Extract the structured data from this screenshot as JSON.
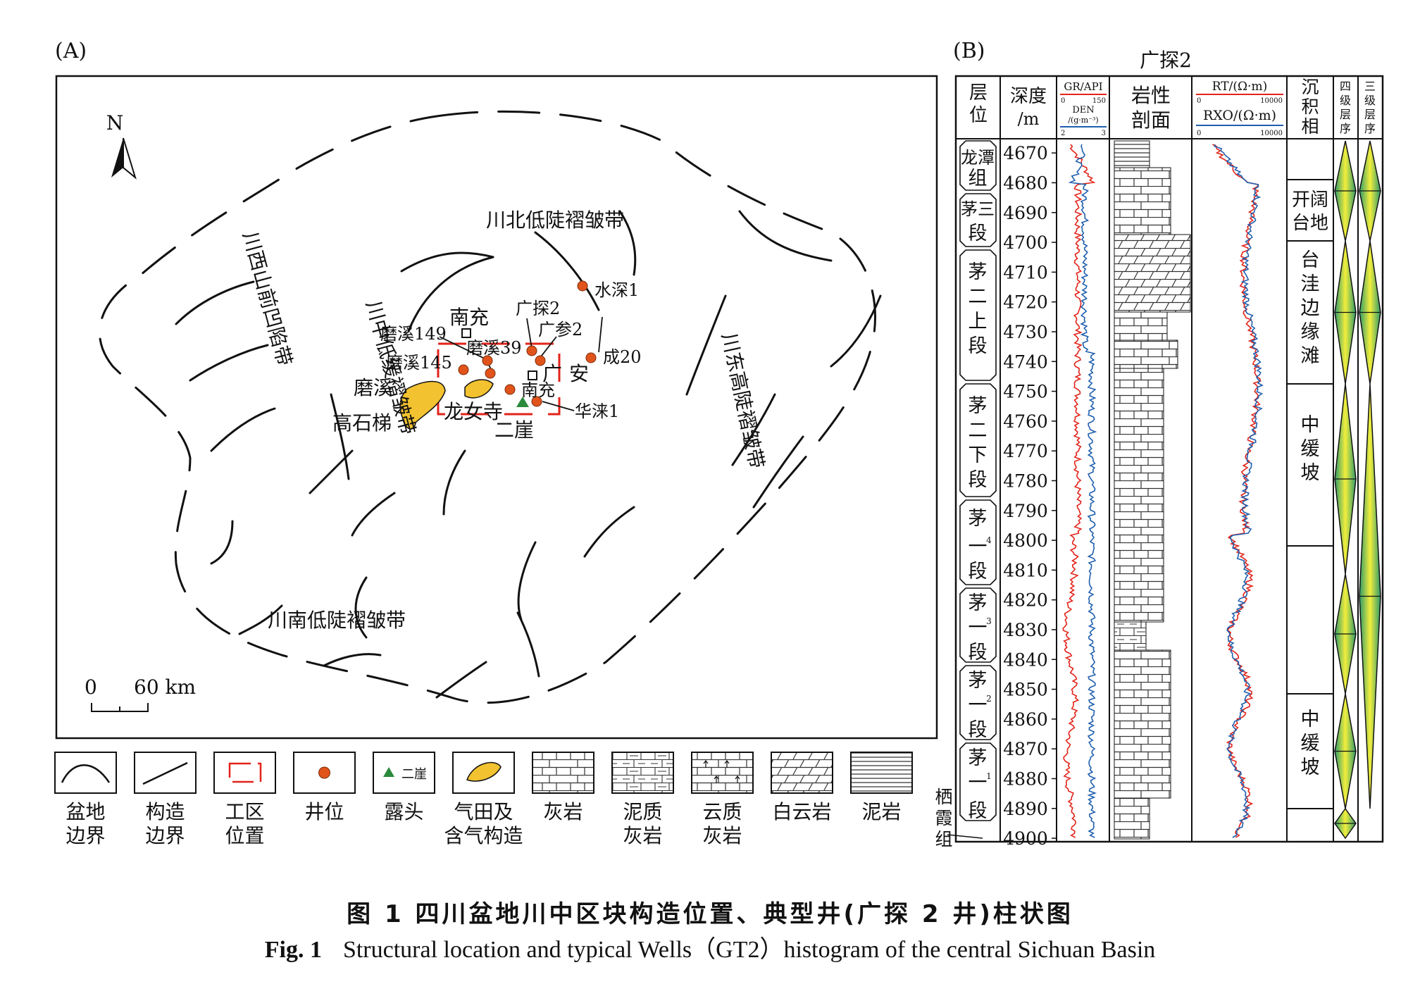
{
  "panel_a": {
    "label": "(A)",
    "north": "N",
    "regions": {
      "chuanbei": "川北低陡褶皱带",
      "chuanxi": "川西山前凹陷带",
      "chuanzhong": "川中低缓褶皱带",
      "chuandong": "川东高陡褶皱带",
      "chuannan": "川南低陡褶皱带"
    },
    "places": {
      "nanchong_top": "南充",
      "guangan_a": "广",
      "guangan_b": "安",
      "nanchong_mid": "南充",
      "moxi": "磨溪",
      "gaoshiti": "高石梯",
      "longnusi": "龙女寺",
      "erya": "二崖"
    },
    "wells": {
      "shuishen1": "水深1",
      "guangtan2": "广探2",
      "guangcan2": "广参2",
      "cheng20": "成20",
      "moxi149": "磨溪149",
      "moxi39": "磨溪39",
      "moxi145": "磨溪145",
      "hualai1": "华涞1"
    },
    "scale": {
      "zero": "0",
      "distance": "60 km"
    }
  },
  "panel_b": {
    "label": "(B)",
    "well_title": "广探2",
    "headers": {
      "layer": [
        "层",
        "位"
      ],
      "depth": [
        "深度",
        "/m"
      ],
      "gr": "GR/API",
      "gr_min": "0",
      "gr_max": "150",
      "den": "DEN",
      "den_unit": "/(g·m⁻³)",
      "den_min": "2",
      "den_max": "3",
      "lith": [
        "岩性",
        "剖面"
      ],
      "rt": "RT/(Ω·m)",
      "rt_min": "0",
      "rt_max": "10000",
      "rxo": "RXO/(Ω·m)",
      "rxo_min": "0",
      "rxo_max": "10000",
      "facies": [
        "沉",
        "积",
        "相"
      ],
      "seq4": [
        "四",
        "级",
        "层",
        "序"
      ],
      "seq3": [
        "三",
        "级",
        "层",
        "序"
      ]
    },
    "depths": [
      "4670",
      "4680",
      "4690",
      "4700",
      "4710",
      "4720",
      "4730",
      "4740",
      "4750",
      "4760",
      "4770",
      "4780",
      "4790",
      "4800",
      "4810",
      "4820",
      "4830",
      "4840",
      "4850",
      "4860",
      "4870",
      "4880",
      "4890",
      "4900"
    ],
    "formations": {
      "longtan": [
        "龙潭",
        "组"
      ],
      "mao3": [
        "茅三",
        "段"
      ],
      "mao2u": [
        "茅",
        "二",
        "上",
        "段"
      ],
      "mao2l": [
        "茅",
        "二",
        "下",
        "段"
      ],
      "mao14": [
        "茅",
        "一",
        "段"
      ],
      "mao14_sup": "4",
      "mao13": [
        "茅",
        "一",
        "段"
      ],
      "mao13_sup": "3",
      "mao12": [
        "茅",
        "一",
        "段"
      ],
      "mao12_sup": "2",
      "mao11": [
        "茅",
        "一",
        "段"
      ],
      "mao11_sup": "1",
      "qixia": [
        "栖",
        "霞",
        "组"
      ]
    },
    "facies": {
      "f1": [
        "开阔",
        "台地"
      ],
      "f2": [
        "台",
        "洼",
        "边",
        "缘",
        "滩"
      ],
      "f3": [
        "中",
        "缓",
        "坡"
      ],
      "f4": [
        "中",
        "缓",
        "坡"
      ]
    }
  },
  "legend": [
    {
      "icon": "basin-boundary-icon",
      "label": [
        "盆地",
        "边界"
      ]
    },
    {
      "icon": "structure-boundary-icon",
      "label": [
        "构造",
        "边界"
      ]
    },
    {
      "icon": "work-area-icon",
      "label": [
        "工区",
        "位置"
      ]
    },
    {
      "icon": "well-location-icon",
      "label": [
        "井位"
      ]
    },
    {
      "icon": "outcrop-icon",
      "label": [
        "露头"
      ],
      "inner": "二崖"
    },
    {
      "icon": "gas-field-icon",
      "label": [
        "气田及",
        "含气构造"
      ]
    },
    {
      "icon": "limestone-icon",
      "label": [
        "灰岩"
      ]
    },
    {
      "icon": "argillaceous-limestone-icon",
      "label": [
        "泥质",
        "灰岩"
      ]
    },
    {
      "icon": "dolomitic-limestone-icon",
      "label": [
        "云质",
        "灰岩"
      ]
    },
    {
      "icon": "dolomite-icon",
      "label": [
        "白云岩"
      ]
    },
    {
      "icon": "mudstone-icon",
      "label": [
        "泥岩"
      ]
    }
  ],
  "caption": {
    "cn": "图 1 四川盆地川中区块构造位置、典型井(广探 2 井)柱状图",
    "en_fig": "Fig. 1",
    "en": "Structural location and typical Wells（GT2）histogram of the central Sichuan Basin"
  },
  "colors": {
    "red": "#e2231a",
    "blue": "#1f5fae",
    "well": "#e0541b",
    "gas": "#f2c230",
    "outcrop": "#2a8a3c",
    "seq_green": "#2e9a6a",
    "seq_yellow": "#f3ef3c"
  }
}
